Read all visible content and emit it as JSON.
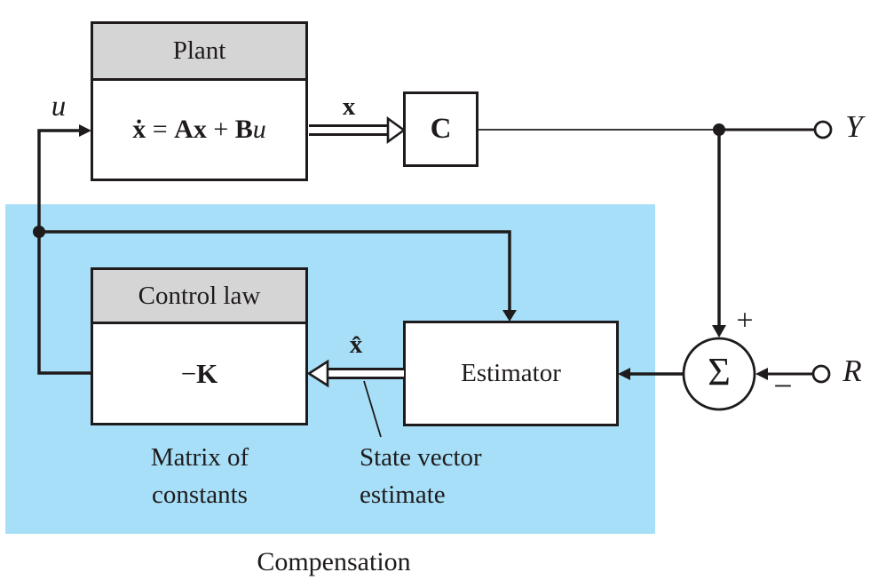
{
  "figure": {
    "background": "#ffffff",
    "line_color": "#1f1b1c",
    "region_color": "#A6DFF7",
    "header_color": "#D5D5D5"
  },
  "blocks": {
    "plant": {
      "title": "Plant",
      "equation": {
        "xdot": "ẋ",
        "equals": " = ",
        "A": "A",
        "x": "x",
        "plus": " + ",
        "B": "B",
        "u": "u"
      }
    },
    "c_block": {
      "label": "C"
    },
    "control_law": {
      "title": "Control law",
      "gain_minus": "−",
      "gain_k": "K"
    },
    "estimator": {
      "label": "Estimator"
    },
    "summer": {
      "symbol": "Σ",
      "plus_sign": "+",
      "minus_sign": "−"
    }
  },
  "signals": {
    "u": "u",
    "x": "x",
    "xhat": "x̂",
    "y": "Y",
    "r": "R"
  },
  "annotations": {
    "matrix_line1": "Matrix of",
    "matrix_line2": "constants",
    "state_line1": "State vector",
    "state_line2": "estimate",
    "compensation": "Compensation"
  }
}
